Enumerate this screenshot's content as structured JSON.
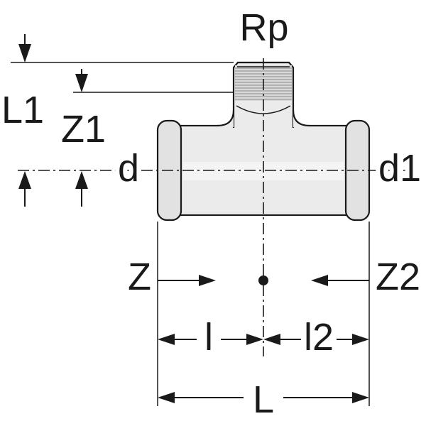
{
  "diagram": {
    "type": "technical-drawing",
    "subject": "pipe-tee-fitting-with-threaded-branch",
    "labels": {
      "branch_thread": "Rp",
      "branch_height_total": "L1",
      "branch_height_z": "Z1",
      "diameter_left": "d",
      "diameter_right": "d1",
      "center_left": "Z",
      "center_right": "Z2",
      "insert_left": "l",
      "insert_right": "l2",
      "length_overall": "L"
    },
    "colors": {
      "background": "#ffffff",
      "line": "#1a1a1a",
      "metal_body": "#ebebeb",
      "metal_bead": "#e2e2e2",
      "thread_band": "#d9d9d9",
      "thread_hatch": "#8a8a8a",
      "highlight": "#f6f6f6"
    }
  }
}
